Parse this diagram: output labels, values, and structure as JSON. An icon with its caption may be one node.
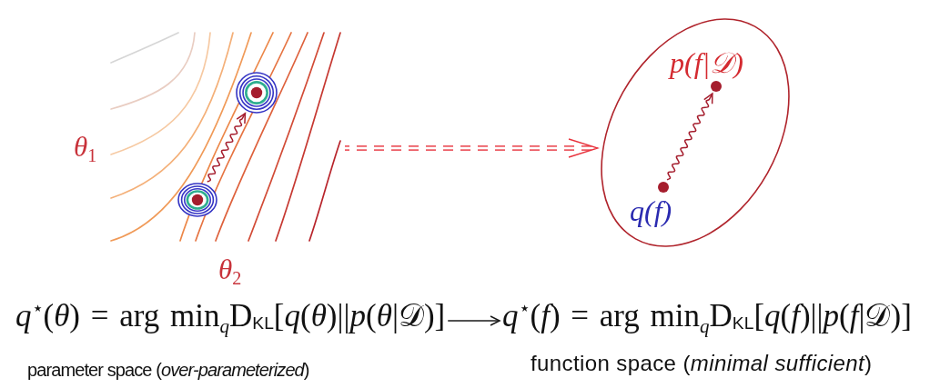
{
  "diagram": {
    "nodes": [
      {
        "text": [],
        "shape": "picture",
        "beside": [
          "θ$_{1}$",
          "θ$_{2}$"
        ]
      },
      {
        "text": [],
        "shape": "circle",
        "in": 0
      },
      {
        "text": [],
        "shape": "circle",
        "in": 0
      },
      {
        "text": [],
        "shape": "ellipse"
      },
      {
        "text": [],
        "shape": "circle",
        "in": 3,
        "beside": [
          "p(f|𝒟)"
        ]
      },
      {
        "text": [],
        "shape": "circle",
        "in": 3,
        "beside": [
          "q(f)"
        ]
      },
      {
        "text": [
          "*q*$^{⋆}$(*θ*) = arg min$_{q}$D$_{KL}$[*q*(*θ*)||*p*(*θ*|𝒟)]"
        ],
        "beside": [
          "parameter space (*over-parameterized*)"
        ]
      },
      {
        "text": [
          "*q*$^{⋆}$(*f*) = arg min$_{q}$D$_{KL}$[*q*(*f*)||*p*(*f*|𝒟)]"
        ],
        "beside": [
          "function space (*minimal sufficient*)"
        ]
      }
    ],
    "edges": [
      {
        "from": 2,
        "to": 1,
        "arrow": "to"
      },
      {
        "from": 0,
        "to": 3,
        "arrow": "to",
        "style": "dashed",
        "color": "#e8323c"
      },
      {
        "from": 5,
        "to": 4,
        "arrow": "to"
      },
      {
        "from": 6,
        "to": 7,
        "arrow": "to",
        "color": "#1a1a1a"
      }
    ]
  }
}
